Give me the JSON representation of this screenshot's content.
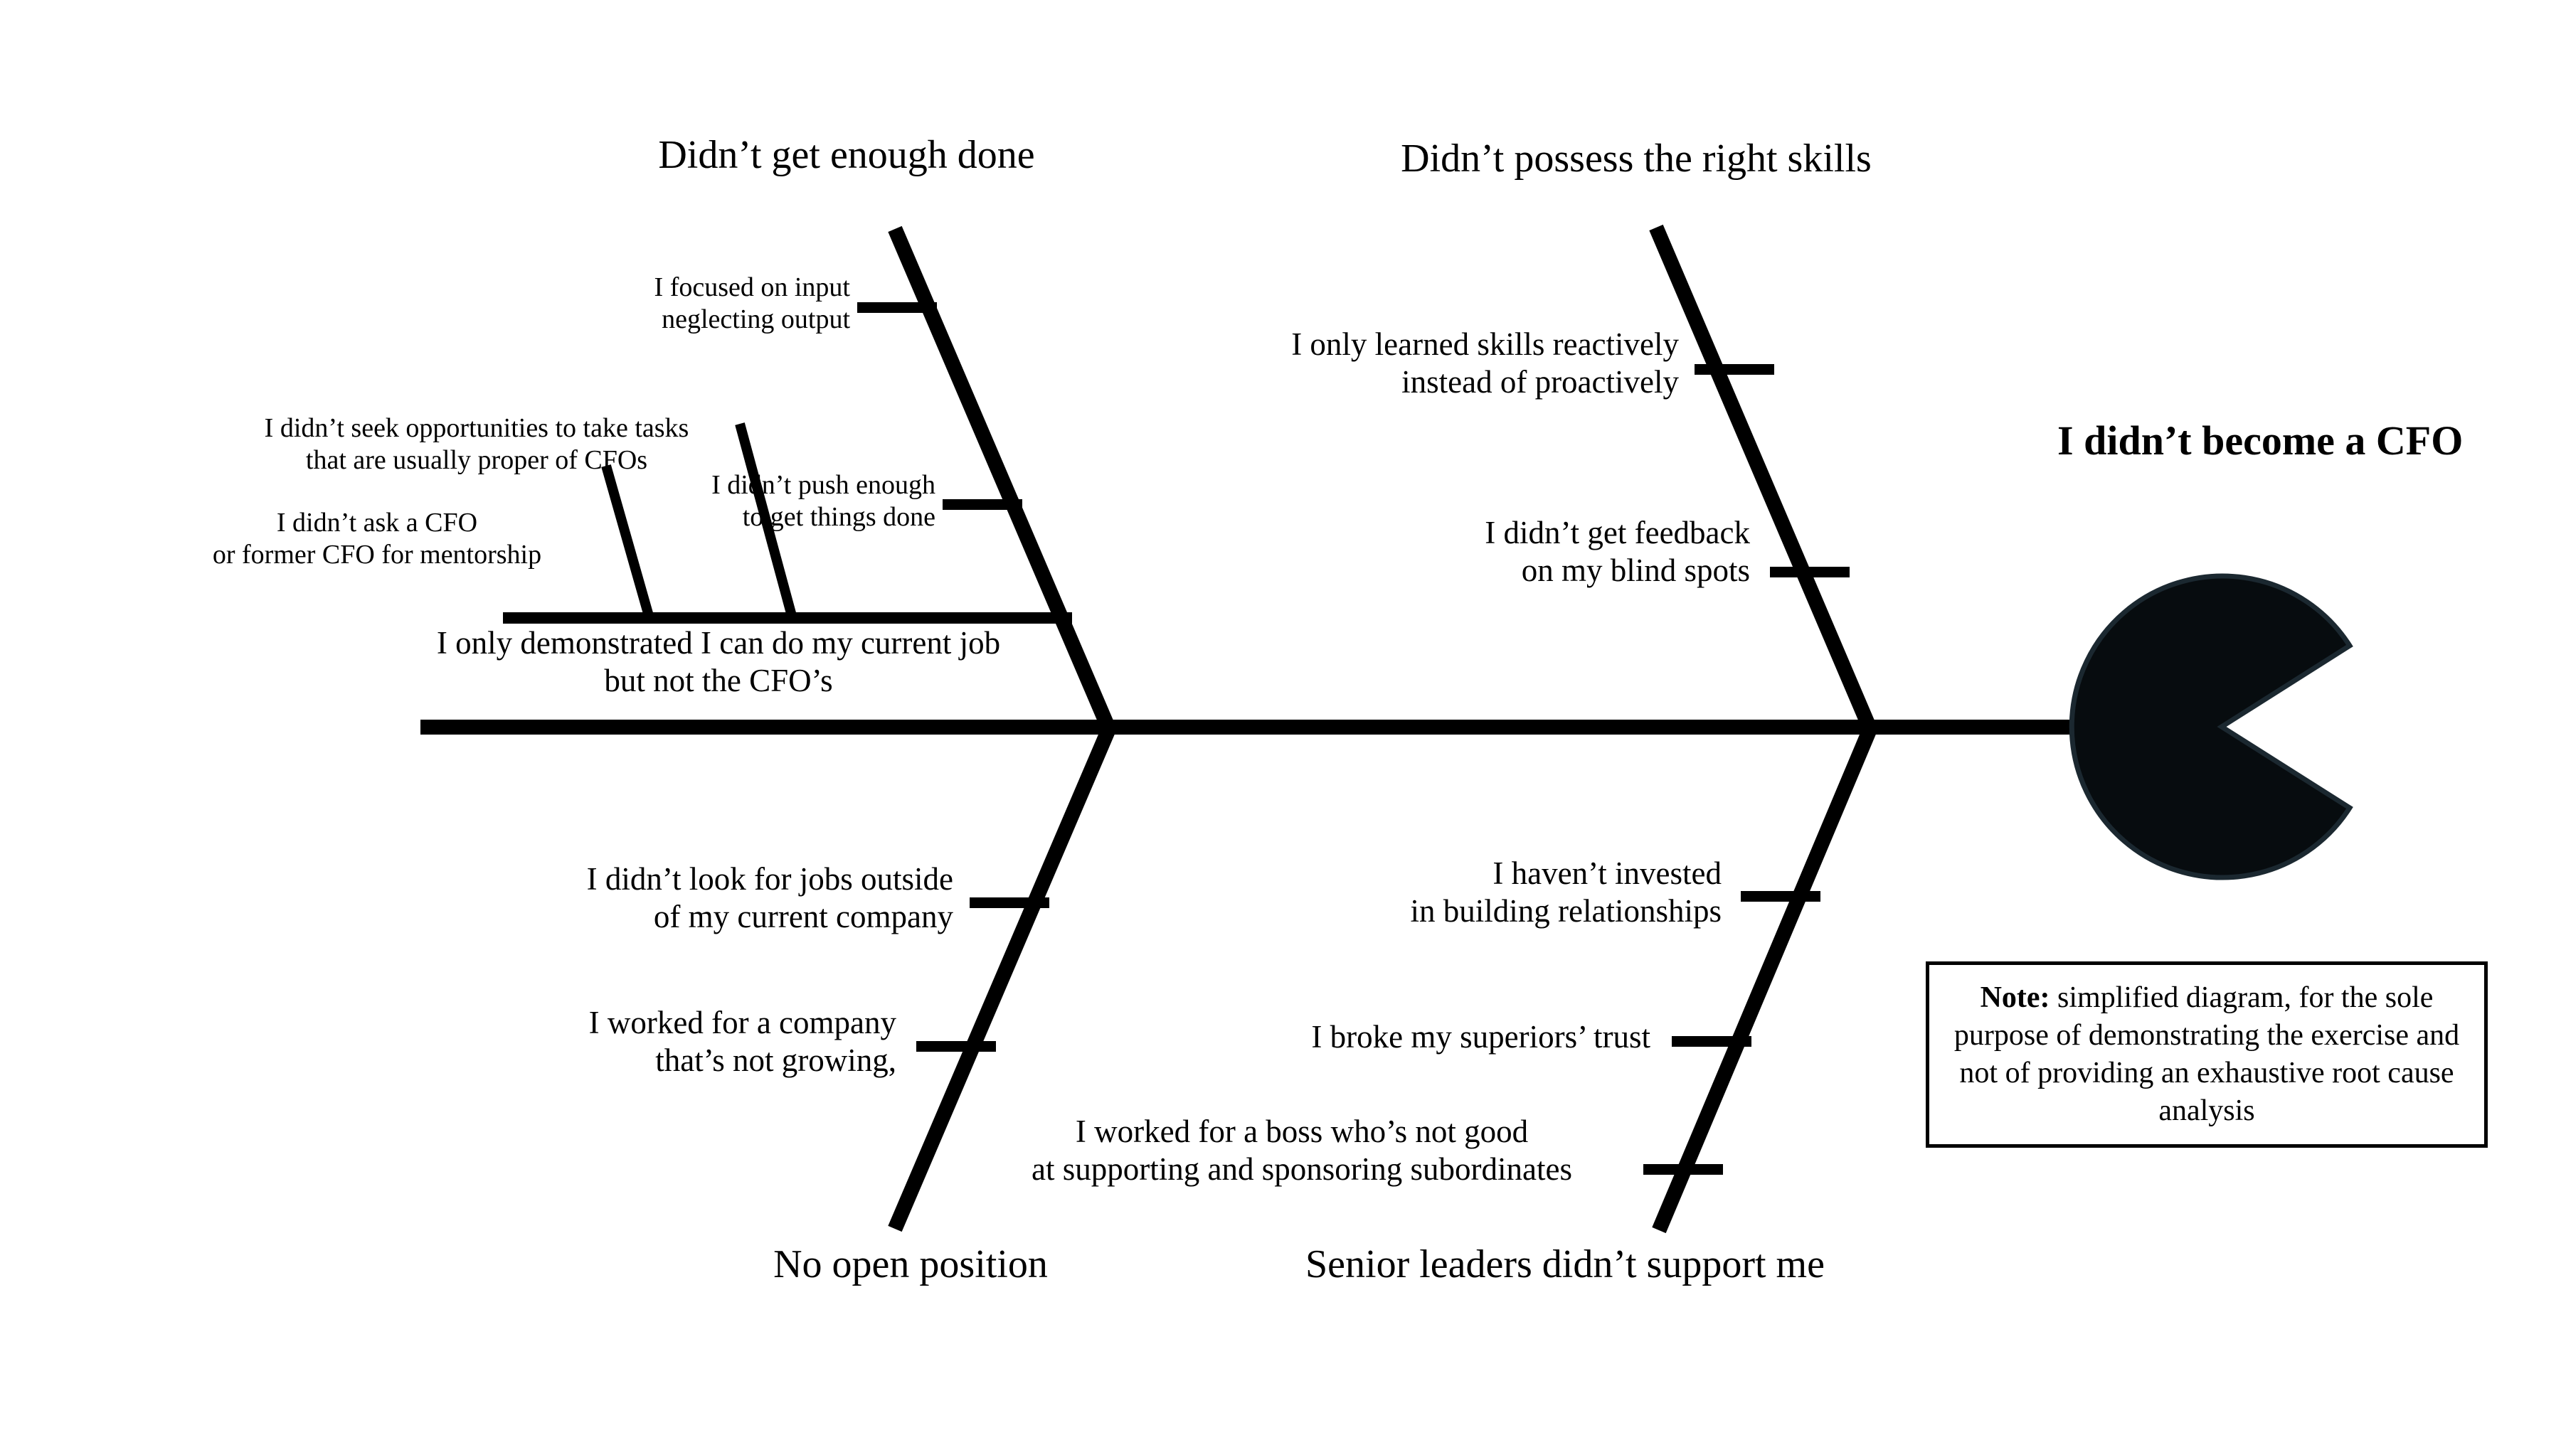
{
  "diagram": {
    "type": "fishbone-ishikawa",
    "effect_title": "I didn’t become\na CFO",
    "spine": {
      "stroke": "#000000"
    },
    "colors": {
      "ink": "#000000",
      "background": "#ffffff",
      "head_fill": "#070c0f",
      "head_stroke": "#1b2830"
    },
    "categories": [
      {
        "id": "didnt-get-enough-done",
        "label": "Didn’t get enough done",
        "position": "top-left",
        "causes": [
          {
            "id": "focused-on-input",
            "text": "I focused on input\nneglecting output",
            "size": "small"
          },
          {
            "id": "didnt-push-enough",
            "text": "I didn’t push enough\nto get things done",
            "size": "small"
          },
          {
            "id": "only-demonstrated-current-job",
            "text": "I only demonstrated I can do my current job\nbut not the CFO’s",
            "size": "medium"
          }
        ],
        "sub_causes": [
          {
            "id": "didnt-seek-opportunities",
            "text": "I didn’t seek opportunities to take tasks\nthat are usually proper of CFOs",
            "size": "small"
          },
          {
            "id": "didnt-ask-cfo-mentorship",
            "text": "I didn’t ask a CFO\nor former CFO for mentorship",
            "size": "small"
          }
        ]
      },
      {
        "id": "didnt-possess-right-skills",
        "label": "Didn’t possess the right skills",
        "position": "top-right",
        "causes": [
          {
            "id": "learned-skills-reactively",
            "text": "I only learned skills reactively\ninstead of proactively",
            "size": "medium"
          },
          {
            "id": "no-feedback-blind-spots",
            "text": "I didn’t get feedback\non my blind spots",
            "size": "medium"
          }
        ]
      },
      {
        "id": "no-open-position",
        "label": "No open position",
        "position": "bottom-left",
        "causes": [
          {
            "id": "didnt-look-outside",
            "text": "I didn’t look for jobs outside\nof my current company",
            "size": "medium"
          },
          {
            "id": "company-not-growing",
            "text": "I worked for a company\nthat’s not growing,",
            "size": "medium"
          }
        ]
      },
      {
        "id": "senior-leaders-didnt-support",
        "label": "Senior leaders didn’t support me",
        "position": "bottom-right",
        "causes": [
          {
            "id": "havent-invested-relationships",
            "text": "I haven’t invested\nin building relationships",
            "size": "medium"
          },
          {
            "id": "broke-superiors-trust",
            "text": "I broke my superiors’ trust",
            "size": "medium"
          },
          {
            "id": "boss-not-good-supporting",
            "text": "I worked for a boss who’s not good\nat  supporting and sponsoring subordinates",
            "size": "medium"
          }
        ]
      }
    ],
    "note": {
      "lead": "Note:",
      "body": " simplified diagram,\nfor the sole purpose of demonstrating\nthe exercise and not of providing an\nexhaustive root cause analysis"
    }
  }
}
